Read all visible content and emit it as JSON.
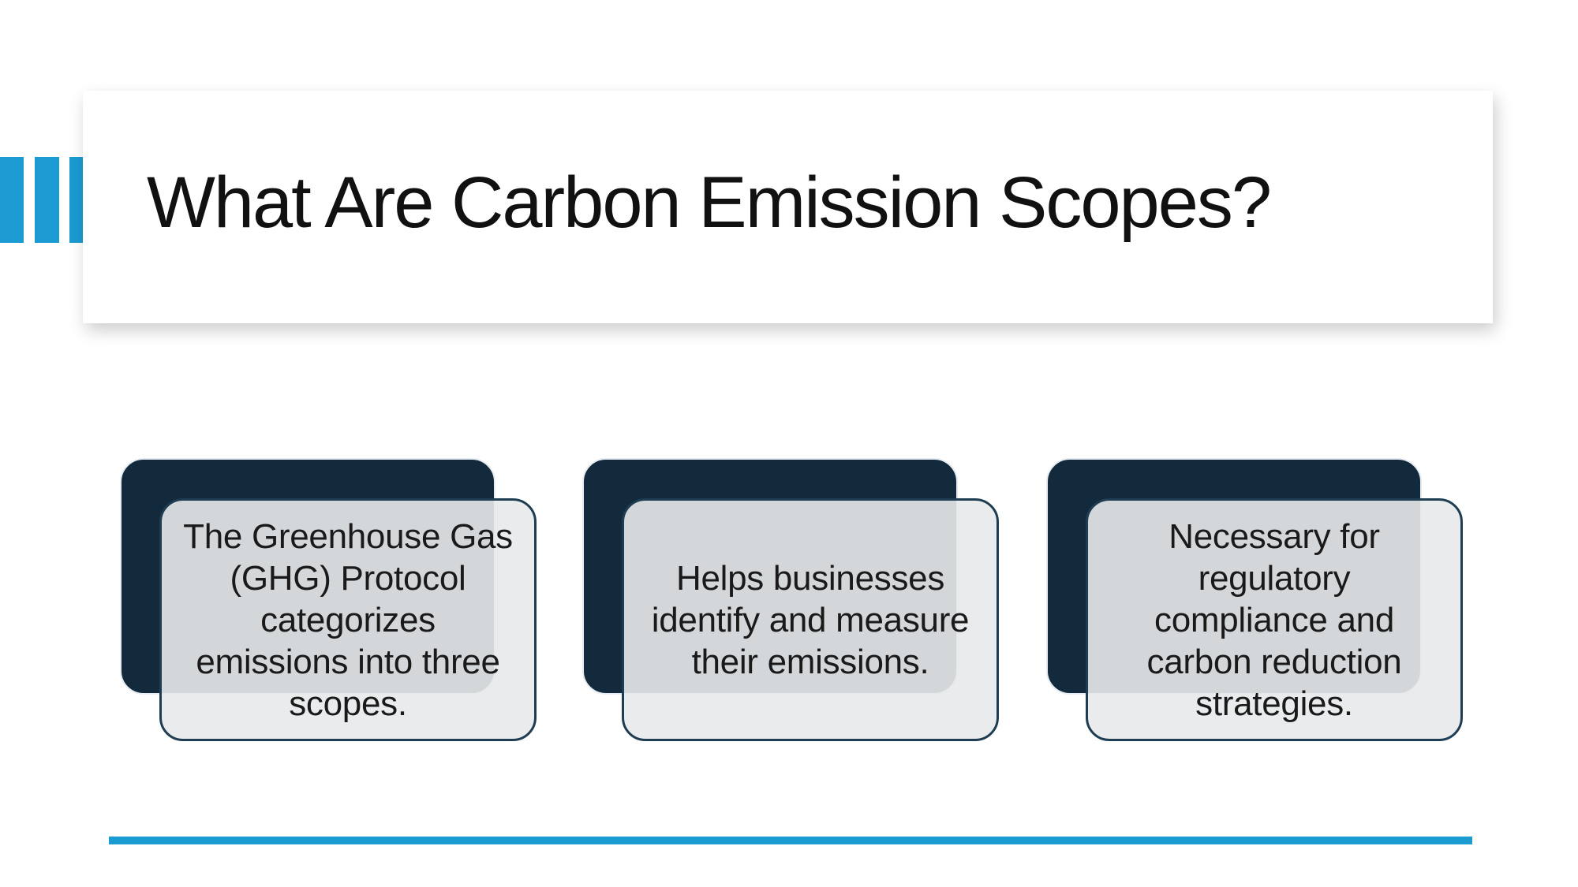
{
  "theme": {
    "accent": "#1b9bd2",
    "navy": "#132a3d",
    "navy_halo": "#e7edf2",
    "card_fill": "rgba(231,233,234,0.91)",
    "card_border": "#1e3d52",
    "title_color": "#111111",
    "body_color": "#1a1a1a",
    "bg": "#ffffff"
  },
  "slide": {
    "title": "What Are Carbon Emission Scopes?"
  },
  "cards": [
    {
      "text": "The Greenhouse Gas\n(GHG) Protocol\ncategorizes\nemissions into three\nscopes."
    },
    {
      "text": "Helps businesses\nidentify and measure\ntheir emissions."
    },
    {
      "text": "Necessary for\nregulatory\ncompliance and\ncarbon reduction\nstrategies."
    }
  ]
}
